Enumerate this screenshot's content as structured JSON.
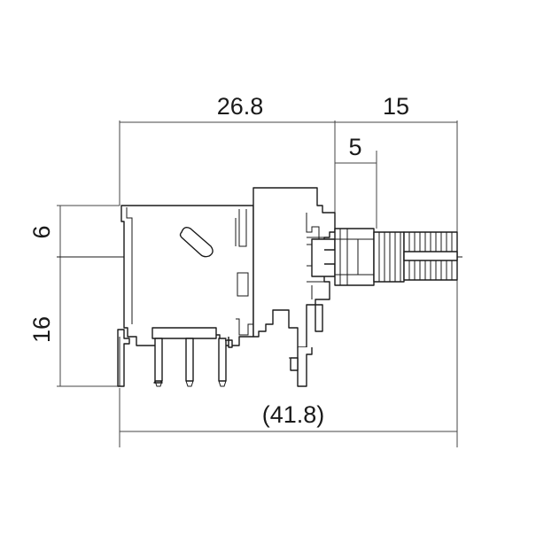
{
  "drawing": {
    "dimensions": {
      "body_length": "26.8",
      "shaft_length": "15",
      "bushing_length": "5",
      "upper_height": "6",
      "lower_height": "16",
      "overall_length": "(41.8)"
    }
  },
  "colors": {
    "line": "#1a1a1a",
    "dimension_line": "#444444",
    "background": "#ffffff"
  }
}
